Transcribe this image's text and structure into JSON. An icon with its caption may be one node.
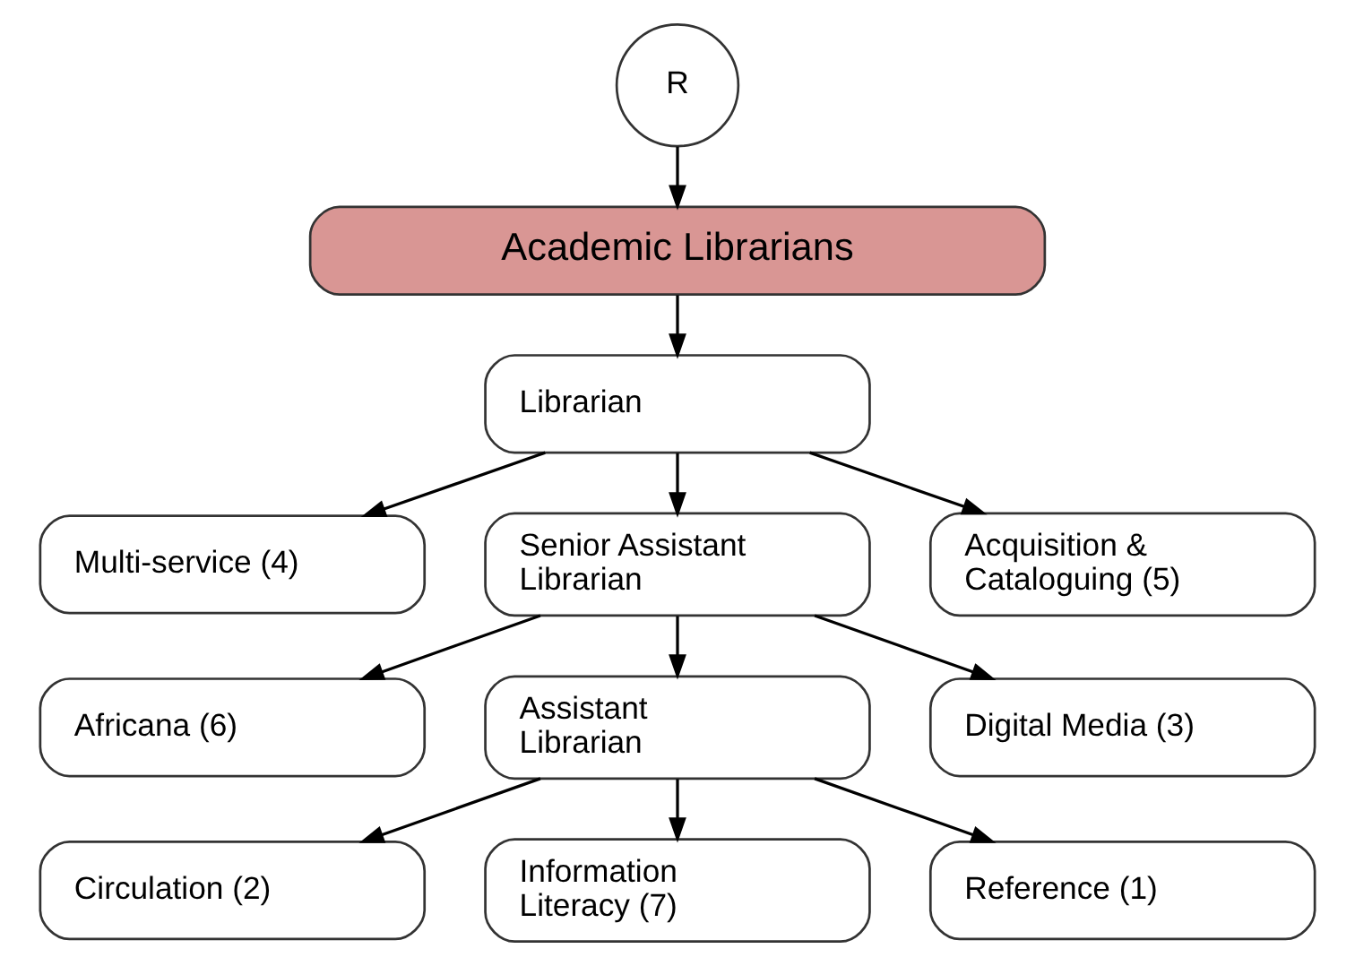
{
  "diagram": {
    "nodes": [
      {
        "text": [
          "R"
        ]
      },
      {
        "text": [
          "Academic Librarians"
        ]
      },
      {
        "text": [
          "Librarian"
        ]
      },
      {
        "text": [
          "Multi-service (4)"
        ]
      },
      {
        "text": [
          "Senior Assistant Librarian"
        ]
      },
      {
        "text": [
          "Acquisition & Cataloguing (5)"
        ]
      },
      {
        "text": [
          "Africana (6)"
        ]
      },
      {
        "text": [
          "Assistant Librarian"
        ]
      },
      {
        "text": [
          "Digital Media (3)"
        ]
      },
      {
        "text": [
          "Circulation (2)"
        ]
      },
      {
        "text": [
          "Information Literacy (7)"
        ]
      },
      {
        "text": [
          "Reference (1)"
        ]
      }
    ],
    "edges": [
      {
        "from": 0,
        "to": 1,
        "arrow": "to"
      },
      {
        "from": 1,
        "to": 2,
        "arrow": "to"
      },
      {
        "from": 2,
        "to": 3,
        "arrow": "to"
      },
      {
        "from": 2,
        "to": 4,
        "arrow": "to"
      },
      {
        "from": 2,
        "to": 5,
        "arrow": "to"
      },
      {
        "from": 4,
        "to": 6,
        "arrow": "to"
      },
      {
        "from": 4,
        "to": 7,
        "arrow": "to"
      },
      {
        "from": 4,
        "to": 8,
        "arrow": "to"
      },
      {
        "from": 7,
        "to": 9,
        "arrow": "to"
      },
      {
        "from": 7,
        "to": 10,
        "arrow": "to"
      },
      {
        "from": 7,
        "to": 11,
        "arrow": "to"
      }
    ]
  }
}
